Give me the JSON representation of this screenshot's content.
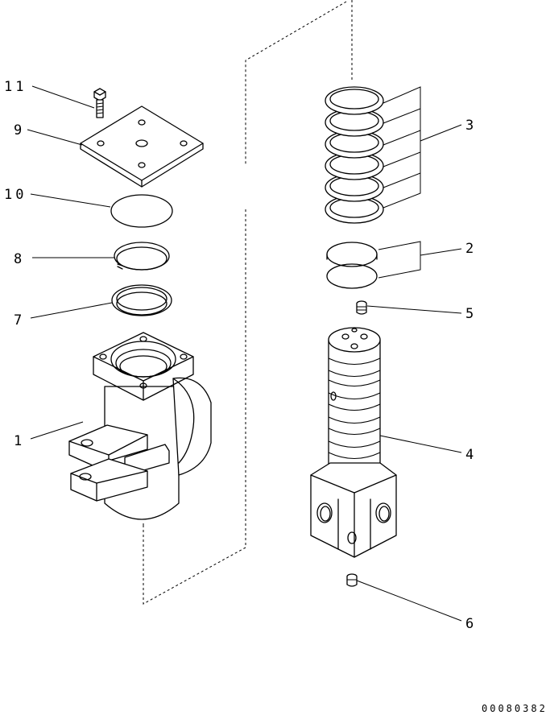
{
  "diagram": {
    "callouts": [
      {
        "id": "p1",
        "text": "1"
      },
      {
        "id": "p2",
        "text": "2"
      },
      {
        "id": "p3",
        "text": "3"
      },
      {
        "id": "p4",
        "text": "4"
      },
      {
        "id": "p5",
        "text": "5"
      },
      {
        "id": "p6",
        "text": "6"
      },
      {
        "id": "p7",
        "text": "7"
      },
      {
        "id": "p8",
        "text": "8"
      },
      {
        "id": "p9",
        "text": "9"
      },
      {
        "id": "p10",
        "text": "10"
      },
      {
        "id": "p11",
        "text": "11"
      }
    ],
    "drawing_code": "00080382"
  }
}
